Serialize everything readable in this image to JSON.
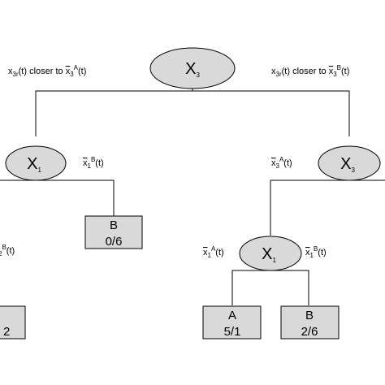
{
  "diagram": {
    "root": {
      "var": "X",
      "sub": "3"
    },
    "root_edges": {
      "left": {
        "pre": "x",
        "pre_sub": "3r",
        "mid": "(t) closer to ",
        "bar": "x",
        "bar_sub": "3",
        "bar_sup": "A",
        "post": "(t)"
      },
      "right": {
        "pre": "x",
        "pre_sub": "3r",
        "mid": "(t) closer to ",
        "bar": "x",
        "bar_sub": "3",
        "bar_sup": "B",
        "post": "(t)"
      }
    },
    "left_node": {
      "var": "X",
      "sub": "1"
    },
    "left_node_edge": {
      "bar": "x",
      "bar_sub": "1",
      "bar_sup": "B",
      "post": "(t)"
    },
    "left_cut_label": {
      "sub": "2",
      "sup": "B",
      "post": "(t)"
    },
    "right_node": {
      "var": "X",
      "sub": "3"
    },
    "right_node_edge": {
      "bar": "x",
      "bar_sub": "3",
      "bar_sup": "A",
      "post": "(t)"
    },
    "lower_node": {
      "var": "X",
      "sub": "1"
    },
    "lower_node_edges": {
      "left": {
        "bar": "x",
        "bar_sub": "1",
        "bar_sup": "A",
        "post": "(t)"
      },
      "right": {
        "bar": "x",
        "bar_sub": "1",
        "bar_sup": "B",
        "post": "(t)"
      }
    },
    "leaves": {
      "b_top": {
        "label": "B",
        "value": "0/6"
      },
      "a_bottom": {
        "label": "A",
        "value": "5/1"
      },
      "b_bottom": {
        "label": "B",
        "value": "2/6"
      },
      "partial": {
        "value": "2"
      }
    }
  }
}
